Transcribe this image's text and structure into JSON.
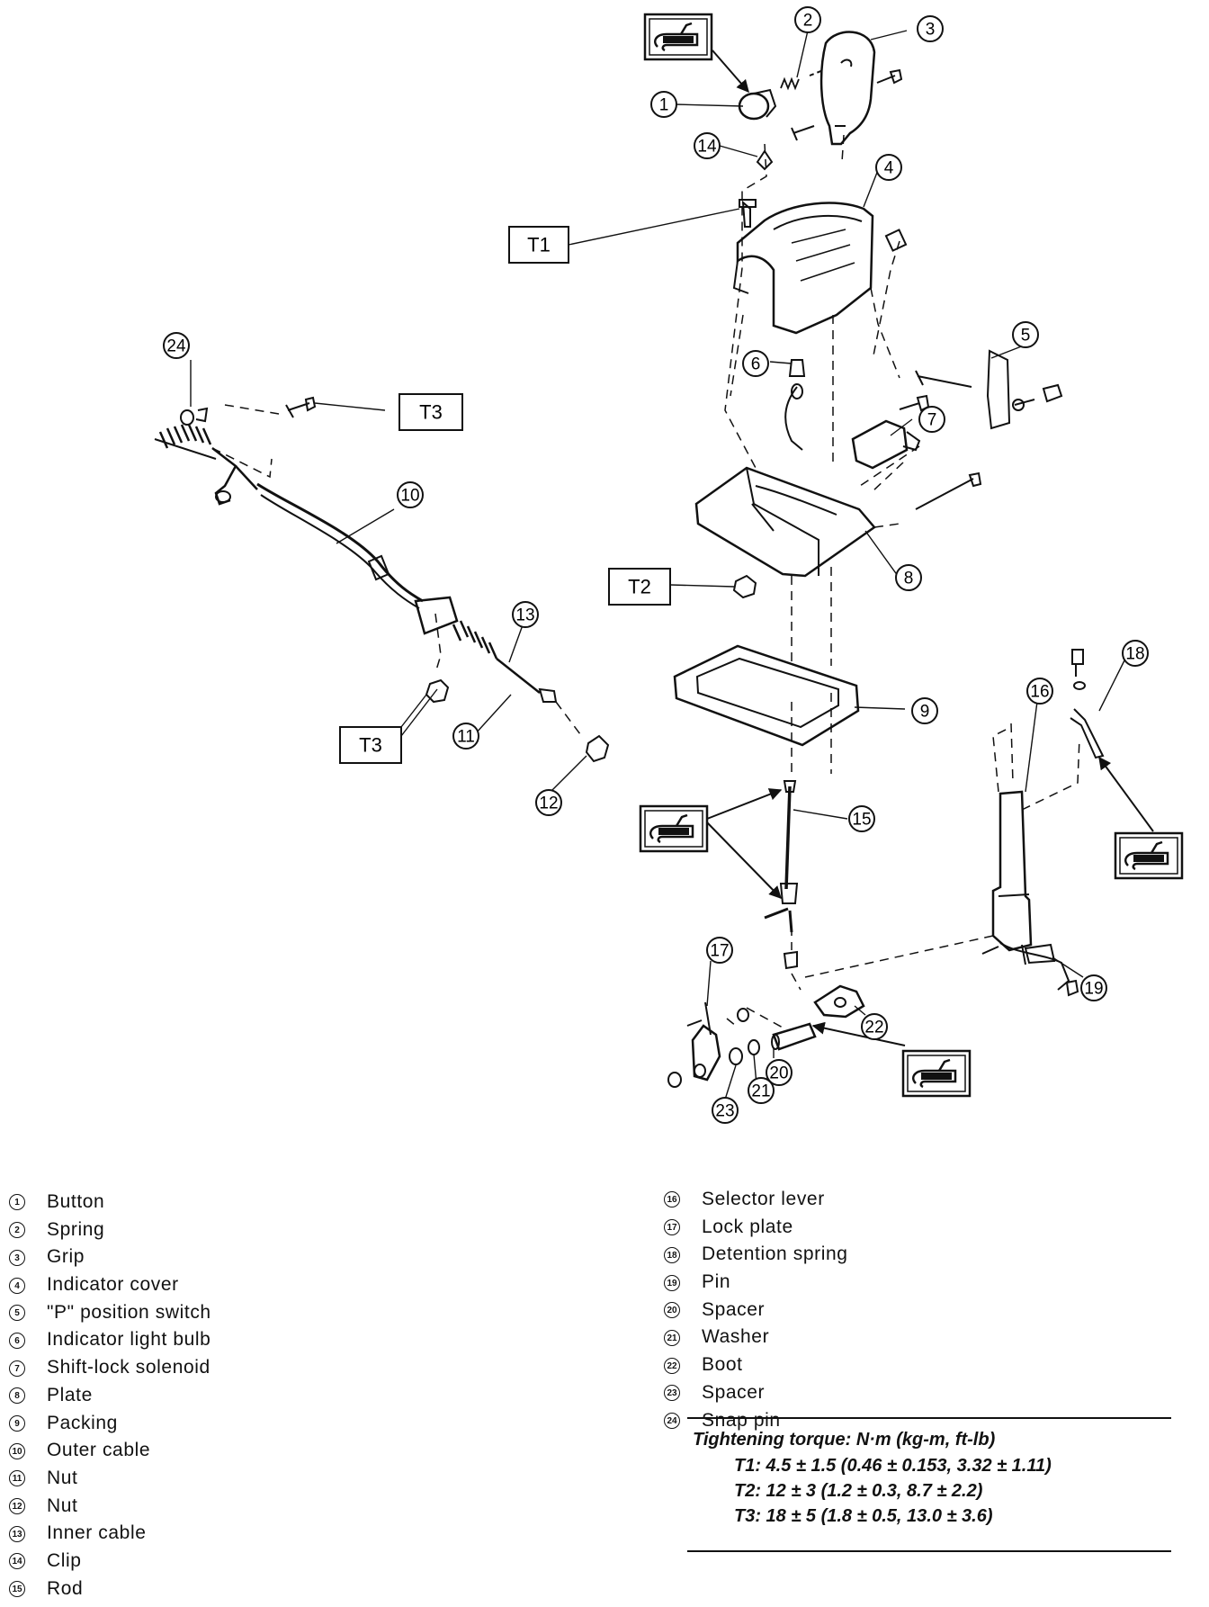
{
  "diagram": {
    "callouts": [
      {
        "id": 1,
        "label": "1"
      },
      {
        "id": 2,
        "label": "2"
      },
      {
        "id": 3,
        "label": "3"
      },
      {
        "id": 4,
        "label": "4"
      },
      {
        "id": 5,
        "label": "5"
      },
      {
        "id": 6,
        "label": "6"
      },
      {
        "id": 7,
        "label": "7"
      },
      {
        "id": 8,
        "label": "8"
      },
      {
        "id": 9,
        "label": "9"
      },
      {
        "id": 10,
        "label": "10"
      },
      {
        "id": 11,
        "label": "11"
      },
      {
        "id": 12,
        "label": "12"
      },
      {
        "id": 13,
        "label": "13"
      },
      {
        "id": 14,
        "label": "14"
      },
      {
        "id": 15,
        "label": "15"
      },
      {
        "id": 16,
        "label": "16"
      },
      {
        "id": 17,
        "label": "17"
      },
      {
        "id": 18,
        "label": "18"
      },
      {
        "id": 19,
        "label": "19"
      },
      {
        "id": 20,
        "label": "20"
      },
      {
        "id": 21,
        "label": "21"
      },
      {
        "id": 22,
        "label": "22"
      },
      {
        "id": 23,
        "label": "23"
      },
      {
        "id": 24,
        "label": "24"
      }
    ],
    "torque_labels": [
      "T1",
      "T2",
      "T3",
      "T3"
    ],
    "grease_icon": "grease-gun-icon"
  },
  "legend_left": [
    {
      "num": "1",
      "name": "Button"
    },
    {
      "num": "2",
      "name": "Spring"
    },
    {
      "num": "3",
      "name": "Grip"
    },
    {
      "num": "4",
      "name": "Indicator cover"
    },
    {
      "num": "5",
      "name": "\"P\" position switch"
    },
    {
      "num": "6",
      "name": "Indicator light bulb"
    },
    {
      "num": "7",
      "name": "Shift-lock solenoid"
    },
    {
      "num": "8",
      "name": "Plate"
    },
    {
      "num": "9",
      "name": "Packing"
    },
    {
      "num": "10",
      "name": "Outer cable"
    },
    {
      "num": "11",
      "name": "Nut"
    },
    {
      "num": "12",
      "name": "Nut"
    },
    {
      "num": "13",
      "name": "Inner cable"
    },
    {
      "num": "14",
      "name": "Clip"
    },
    {
      "num": "15",
      "name": "Rod"
    }
  ],
  "legend_right": [
    {
      "num": "16",
      "name": "Selector lever"
    },
    {
      "num": "17",
      "name": "Lock plate"
    },
    {
      "num": "18",
      "name": "Detention spring"
    },
    {
      "num": "19",
      "name": "Pin"
    },
    {
      "num": "20",
      "name": "Spacer"
    },
    {
      "num": "21",
      "name": "Washer"
    },
    {
      "num": "22",
      "name": "Boot"
    },
    {
      "num": "23",
      "name": "Spacer"
    },
    {
      "num": "24",
      "name": "Snap pin"
    }
  ],
  "torque": {
    "heading": "Tightening torque: N·m (kg-m, ft-lb)",
    "rows": [
      "T1: 4.5 ± 1.5 (0.46 ± 0.153, 3.32 ± 1.11)",
      "T2: 12 ± 3 (1.2 ± 0.3, 8.7 ± 2.2)",
      "T3: 18 ± 5 (1.8 ± 0.5, 13.0 ± 3.6)"
    ]
  }
}
